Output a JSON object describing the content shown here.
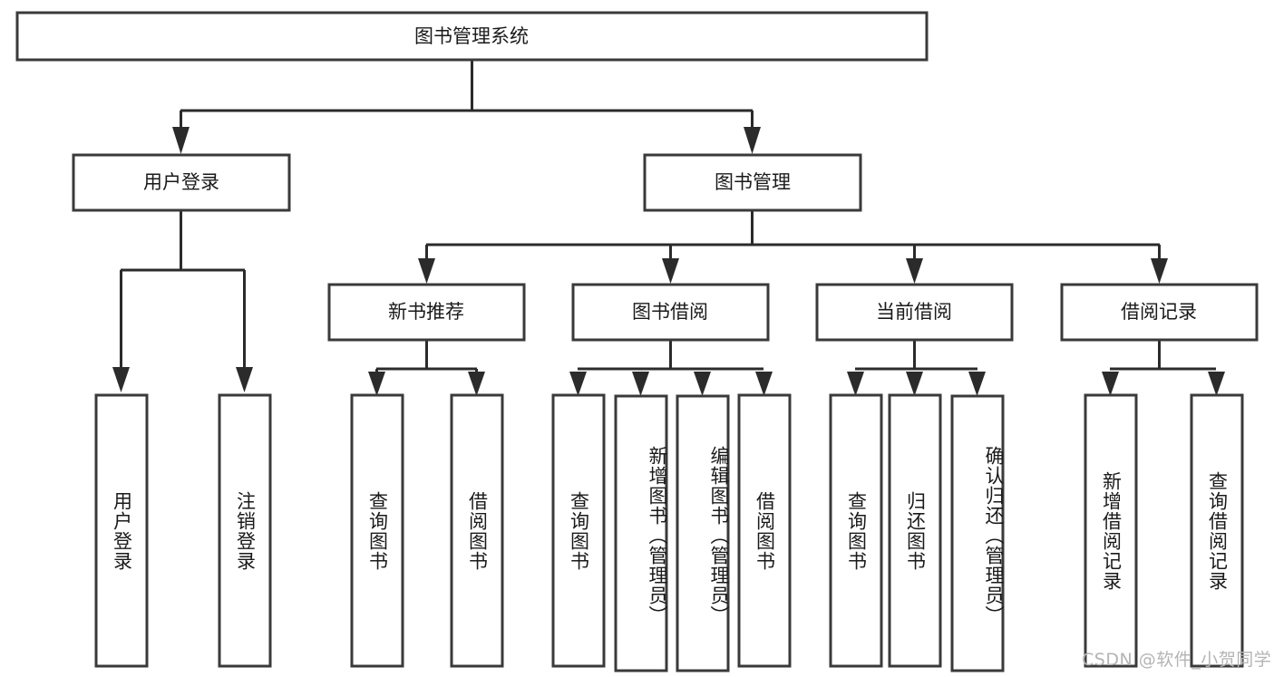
{
  "diagram": {
    "title": "图书管理系统",
    "type": "tree-hierarchy",
    "root": {
      "label": "图书管理系统"
    },
    "level2": [
      {
        "id": "user-login",
        "label": "用户登录"
      },
      {
        "id": "book-management",
        "label": "图书管理"
      }
    ],
    "level3": [
      {
        "id": "new-book-recommend",
        "label": "新书推荐",
        "parent": "book-management"
      },
      {
        "id": "book-borrow",
        "label": "图书借阅",
        "parent": "book-management"
      },
      {
        "id": "current-borrow",
        "label": "当前借阅",
        "parent": "book-management"
      },
      {
        "id": "borrow-record",
        "label": "借阅记录",
        "parent": "book-management"
      }
    ],
    "leaves": {
      "user-login": [
        {
          "id": "leaf-user-login",
          "label": "用户登录"
        },
        {
          "id": "leaf-logout-login",
          "label": "注销登录"
        }
      ],
      "new-book-recommend": [
        {
          "id": "leaf-query-book-1",
          "label": "查询图书"
        },
        {
          "id": "leaf-borrow-book-1",
          "label": "借阅图书"
        }
      ],
      "book-borrow": [
        {
          "id": "leaf-query-book-2",
          "label": "查询图书"
        },
        {
          "id": "leaf-add-book-admin",
          "label": "新增图书（管理员）"
        },
        {
          "id": "leaf-edit-book-admin",
          "label": "编辑图书（管理员）"
        },
        {
          "id": "leaf-borrow-book-2",
          "label": "借阅图书"
        }
      ],
      "current-borrow": [
        {
          "id": "leaf-query-book-3",
          "label": "查询图书"
        },
        {
          "id": "leaf-return-book",
          "label": "归还图书"
        },
        {
          "id": "leaf-confirm-return-admin",
          "label": "确认归还（管理员）"
        }
      ],
      "borrow-record": [
        {
          "id": "leaf-add-borrow-record",
          "label": "新增借阅记录"
        },
        {
          "id": "leaf-query-borrow-record",
          "label": "查询借阅记录"
        }
      ]
    },
    "watermark": "CSDN @软件_小贺同学",
    "colors": {
      "box_stroke": "#3a3a3a",
      "connector": "#2b2b2b",
      "background": "#ffffff",
      "text": "#1a1a1a",
      "watermark": "#b4b4b4"
    }
  }
}
